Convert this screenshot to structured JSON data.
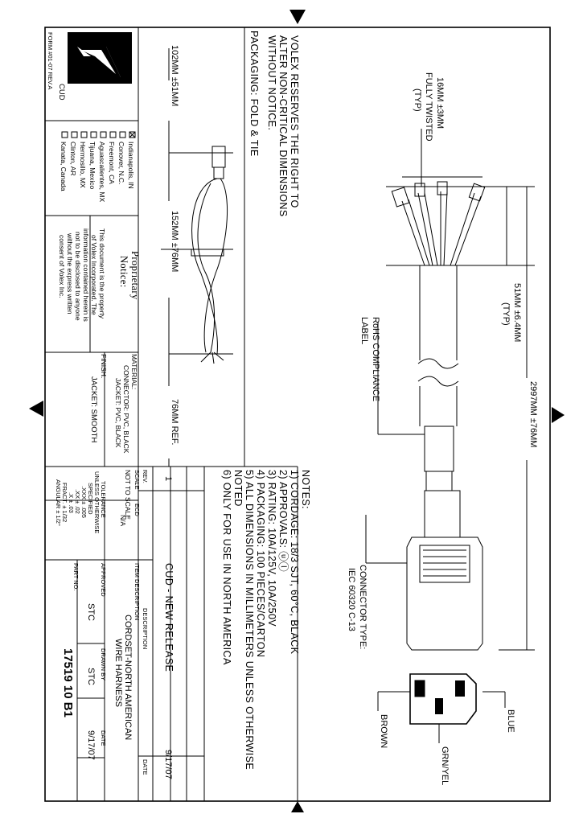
{
  "notice": {
    "line1": "VOLEX RESERVES THE RIGHT TO",
    "line2": "ALTER NON-CRITICAL DIMENSIONS",
    "line3": "WITHOUT NOTICE.",
    "packaging": "PACKAGING: FOLD & TIE"
  },
  "dims": {
    "twist_1": "16MM ±3MM",
    "twist_2": "FULLY TWISTED",
    "twist_3": "(TYP)",
    "strip_1": "51MM ±6.4MM",
    "strip_2": "(TYP)",
    "overall": "2997MM ±76MM",
    "fold_a": "102MM ±51MM",
    "fold_b": "152MM ±76MM",
    "fold_c": "76MM REF."
  },
  "labels": {
    "rohs_1": "RoHS COMPLIANCE",
    "rohs_2": "LABEL",
    "connector_1": "CONNECTOR TYPE:",
    "connector_2": "IEC 60320 C-13",
    "blue": "BLUE",
    "grn_yel": "GRN/YEL",
    "brown": "BROWN"
  },
  "notes": {
    "title": "NOTES:",
    "items": [
      "1) CORDAGE: 18/3 SJT, 60°C, BLACK",
      "2) APPROVALS: ⓤⓛ",
      "3) RATING: 10A/125V, 10A/250V",
      "4) PACKAGING: 100 PIECES/CARTON",
      "5) ALL DIMENSIONS IN MILLIMETERS UNLESS OTHERWISE",
      "    NOTED",
      "6) ONLY FOR USE IN NORTH AMERICA"
    ]
  },
  "company": {
    "logo": "Volex",
    "logo_sub": "CUD",
    "form": "FORM #01-07 REV.A",
    "locations": [
      {
        "name": "Indianapolis, IN",
        "checked": true
      },
      {
        "name": "Conover, N.C.",
        "checked": false
      },
      {
        "name": "Freemont, CA",
        "checked": false
      },
      {
        "name": "Aguascalientes, MX",
        "checked": false
      },
      {
        "name": "Tijuana, Mexico",
        "checked": false
      },
      {
        "name": "Hermosillo, MX",
        "checked": false
      },
      {
        "name": "Clinton, AR",
        "checked": false
      },
      {
        "name": "Kanata, Canada",
        "checked": false
      }
    ]
  },
  "proprietary": {
    "title_1": "Proprietary",
    "title_2": "Notice:",
    "lines": [
      "This document is the property",
      "of Volex Incorporated. The",
      "information contained herein is",
      "not to be disclosed to anyone",
      "without the express written",
      "consent of Volex Inc."
    ]
  },
  "material": {
    "label": "MATERIAL:",
    "connector": "CONNECTOR: PVC, BLACK",
    "jacket": "JACKET: PVC, BLACK",
    "finish_label": "FINISH:",
    "finish": "JACKET: SMOOTH"
  },
  "title_block": {
    "rev_header": "REV.",
    "description_header": "DESCRIPTION",
    "date_header": "DATE",
    "rev": "1",
    "rev_desc": "CUD - NEW RELEASE",
    "rev_date": "9/17/07",
    "scale_label": "SCALE",
    "scale": "NOT TO SCALE",
    "ecd_label": "ECD",
    "ecd": "N/A",
    "tol_1": "TOLERANCE",
    "tol_2": "UNLESS OTHERWISE",
    "tol_3": "SPECIFIED",
    "tol_4": ".XXX ± .005",
    "tol_5": ".XX ± .02",
    "tol_6": ".X ± .03",
    "tol_7": "FRACT. ± 1/32",
    "tol_8": "ANGULAR ± 1/2°",
    "item_desc_label": "ITEM DESCRIPTION",
    "item_desc_1": "CORDSET-NORTH AMERICAN",
    "item_desc_2": "WIRE HARNESS",
    "approved_label": "APPROVED",
    "approved": "STC",
    "drawn_label": "DRAWN BY",
    "drawn": "STC",
    "date_label": "DATE",
    "date": "9/17/07",
    "part_label": "PART NO.",
    "part_no": "17519 10 B1"
  }
}
